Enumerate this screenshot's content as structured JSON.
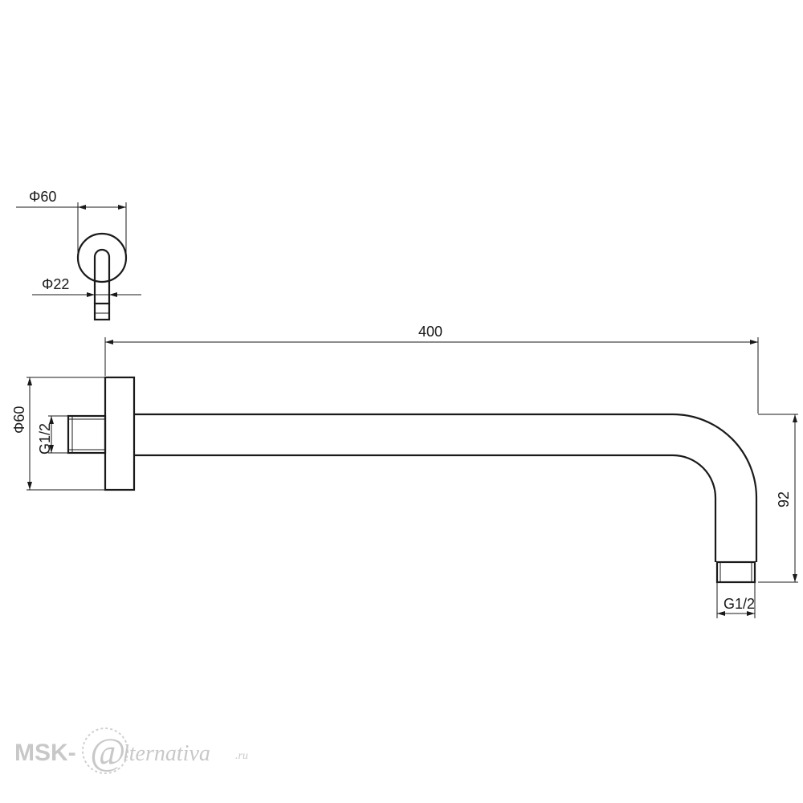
{
  "top_view": {
    "flange_diameter_label": "Φ60",
    "pipe_diameter_label": "Φ22"
  },
  "side_view": {
    "length_label": "400",
    "flange_diameter_label": "Φ60",
    "inlet_thread_label": "G1/2",
    "drop_height_label": "92",
    "outlet_thread_label": "G1/2"
  },
  "watermark": {
    "brand_prefix": "MSK-",
    "brand_at": "@",
    "brand_suffix": "lternativa",
    "brand_tld": ".ru"
  }
}
